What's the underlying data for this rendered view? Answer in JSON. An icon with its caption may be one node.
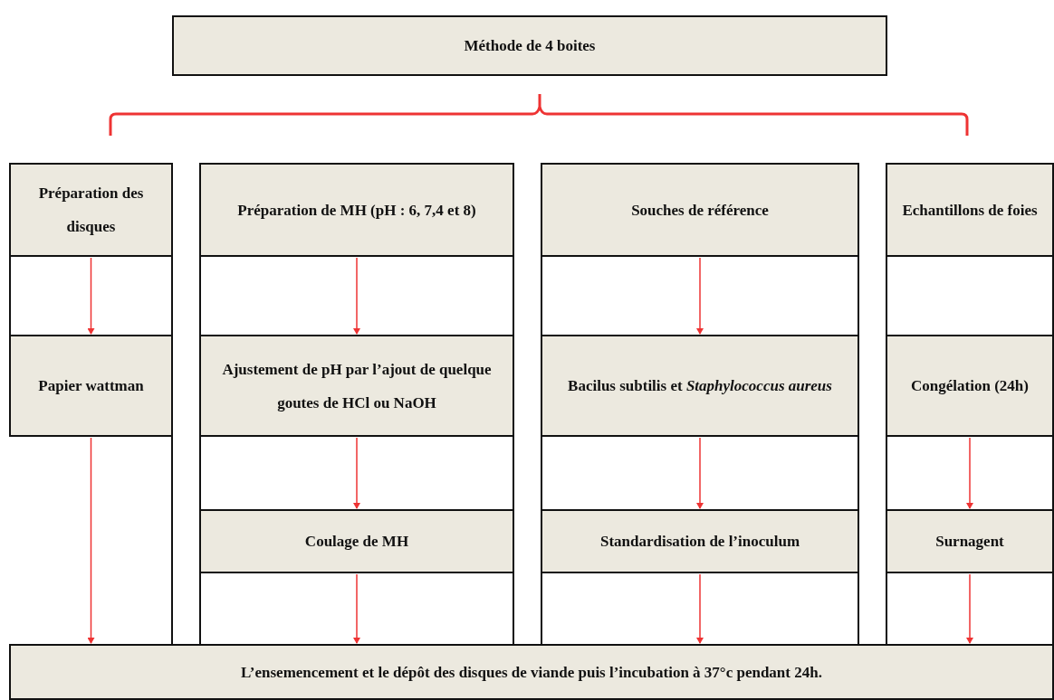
{
  "diagram": {
    "nodes": [
      {
        "text": [
          "Méthode de 4 boites"
        ]
      },
      {
        "text": [
          "Préparation des disques"
        ]
      },
      {
        "text": [
          "Préparation de MH (pH : 6, 7,4 et 8)"
        ]
      },
      {
        "text": [
          "Souches de référence"
        ]
      },
      {
        "text": [
          "Echantillons de foies"
        ]
      },
      {
        "text": [
          "Papier wattman"
        ]
      },
      {
        "text": [
          "Ajustement de pH par l’ajout de quelque goutes de HCl ou NaOH"
        ]
      },
      {
        "text": [
          "Bacilus subtilis et *Staphylococcus aureus*"
        ]
      },
      {
        "text": [
          "Congélation (24h)"
        ]
      },
      {
        "text": [
          "Coulage de MH"
        ]
      },
      {
        "text": [
          "Standardisation de l’inoculum"
        ]
      },
      {
        "text": [
          "Surnagent"
        ]
      },
      {
        "text": [
          "L’ensemencement et le dépôt des disques de viande puis l’incubation à 37°c pendant 24h."
        ]
      }
    ],
    "edges": [
      {
        "from": 1,
        "to": 5,
        "arrow": "to"
      },
      {
        "from": 5,
        "to": 12,
        "arrow": "to"
      },
      {
        "from": 2,
        "to": 6,
        "arrow": "to"
      },
      {
        "from": 6,
        "to": 9,
        "arrow": "to"
      },
      {
        "from": 9,
        "to": 12,
        "arrow": "to"
      },
      {
        "from": 3,
        "to": 7,
        "arrow": "to"
      },
      {
        "from": 7,
        "to": 10,
        "arrow": "to"
      },
      {
        "from": 10,
        "to": 12,
        "arrow": "to"
      },
      {
        "from": 8,
        "to": 11,
        "arrow": "to"
      },
      {
        "from": 11,
        "to": 12,
        "arrow": "to"
      }
    ]
  }
}
